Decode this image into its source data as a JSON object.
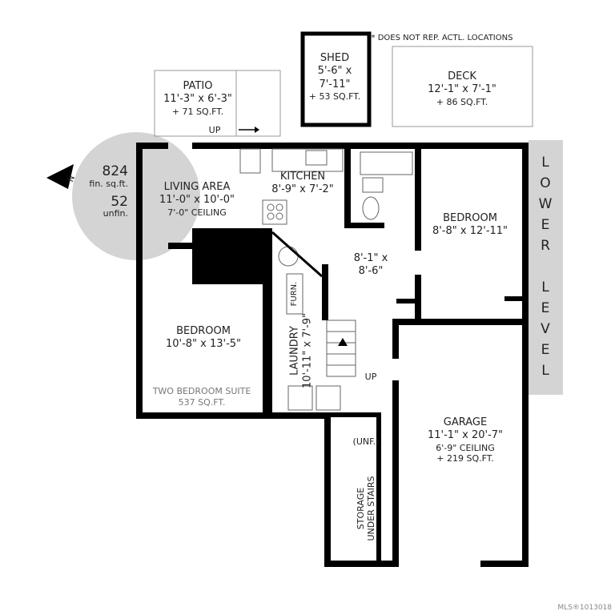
{
  "note": "* DOES NOT REP. ACTL. LOCATIONS",
  "level": [
    "L",
    "O",
    "W",
    "E",
    "R",
    "",
    "L",
    "E",
    "V",
    "E",
    "L"
  ],
  "compass": {
    "n": "N"
  },
  "area": {
    "finished": "824",
    "finished_label": "fin. sq.ft.",
    "unfinished": "52",
    "unfinished_label": "unfin."
  },
  "rooms": {
    "patio": {
      "name": "PATIO",
      "dims": "11'-3\" x 6'-3\"",
      "area": "+ 71 SQ.FT.",
      "up": "UP"
    },
    "shed": {
      "name": "SHED",
      "dims1": "5'-6\" x",
      "dims2": "7'-11\"",
      "area": "+ 53 SQ.FT."
    },
    "deck": {
      "name": "DECK",
      "dims": "12'-1\" x 7'-1\"",
      "area": "+ 86 SQ.FT."
    },
    "living": {
      "name": "LIVING AREA",
      "dims": "11'-0\" x 10'-0\"",
      "ceiling": "7'-0\" CEILING"
    },
    "kitchen": {
      "name": "KITCHEN",
      "dims": "8'-9\" x 7'-2\""
    },
    "hall": {
      "dims1": "8'-1\" x",
      "dims2": "8'-6\""
    },
    "bedroom2": {
      "name": "BEDROOM",
      "dims": "8'-8\" x 12'-11\""
    },
    "bedroom1": {
      "name": "BEDROOM",
      "dims": "10'-8\" x 13'-5\""
    },
    "suite": {
      "name": "TWO BEDROOM SUITE",
      "area": "537 SQ.FT."
    },
    "laundry": {
      "name": "LAUNDRY",
      "dims": "10'-11\" x 7'-9\"",
      "furn": "FURN."
    },
    "stairs": {
      "up": "UP"
    },
    "storage": {
      "unf": "(UNF.)",
      "name1": "STORAGE",
      "name2": "UNDER STAIRS"
    },
    "garage": {
      "name": "GARAGE",
      "dims": "11'-1\" x 20'-7\"",
      "ceiling": "6'-9\" CEILING",
      "area": "+ 219 SQ.FT."
    }
  },
  "mls": "MLS®1013018",
  "colors": {
    "wall": "#000000",
    "gray": "#d4d4d4",
    "text": "#222222"
  }
}
